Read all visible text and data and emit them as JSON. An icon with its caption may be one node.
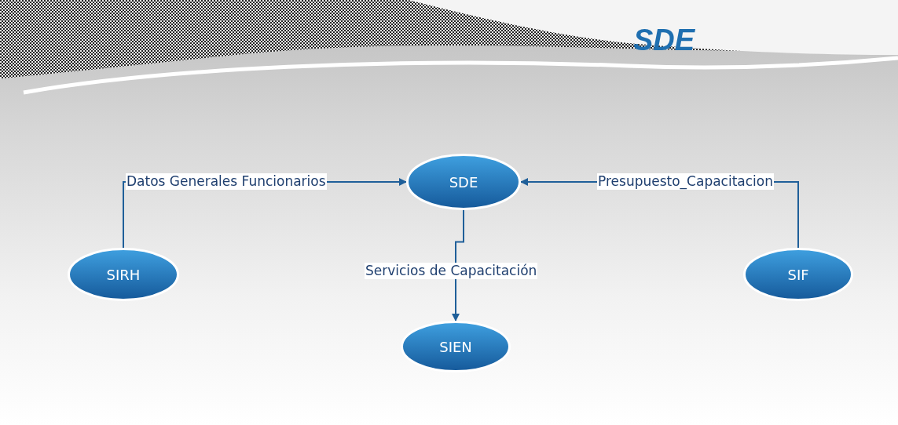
{
  "diagram": {
    "title": "SDE",
    "nodes": [
      {
        "text": [
          "SDE"
        ]
      },
      {
        "text": [
          "SIRH"
        ]
      },
      {
        "text": [
          "SIEN"
        ]
      },
      {
        "text": [
          "SIF"
        ]
      }
    ],
    "edges": [
      {
        "from": 1,
        "to": 0,
        "arrow": "to",
        "label": "Datos Generales Funcionarios"
      },
      {
        "from": 3,
        "to": 0,
        "arrow": "to",
        "label": "Presupuesto_Capacitacion"
      },
      {
        "from": 0,
        "to": 2,
        "arrow": "to",
        "label": "Servicios de Capacitación"
      }
    ]
  }
}
